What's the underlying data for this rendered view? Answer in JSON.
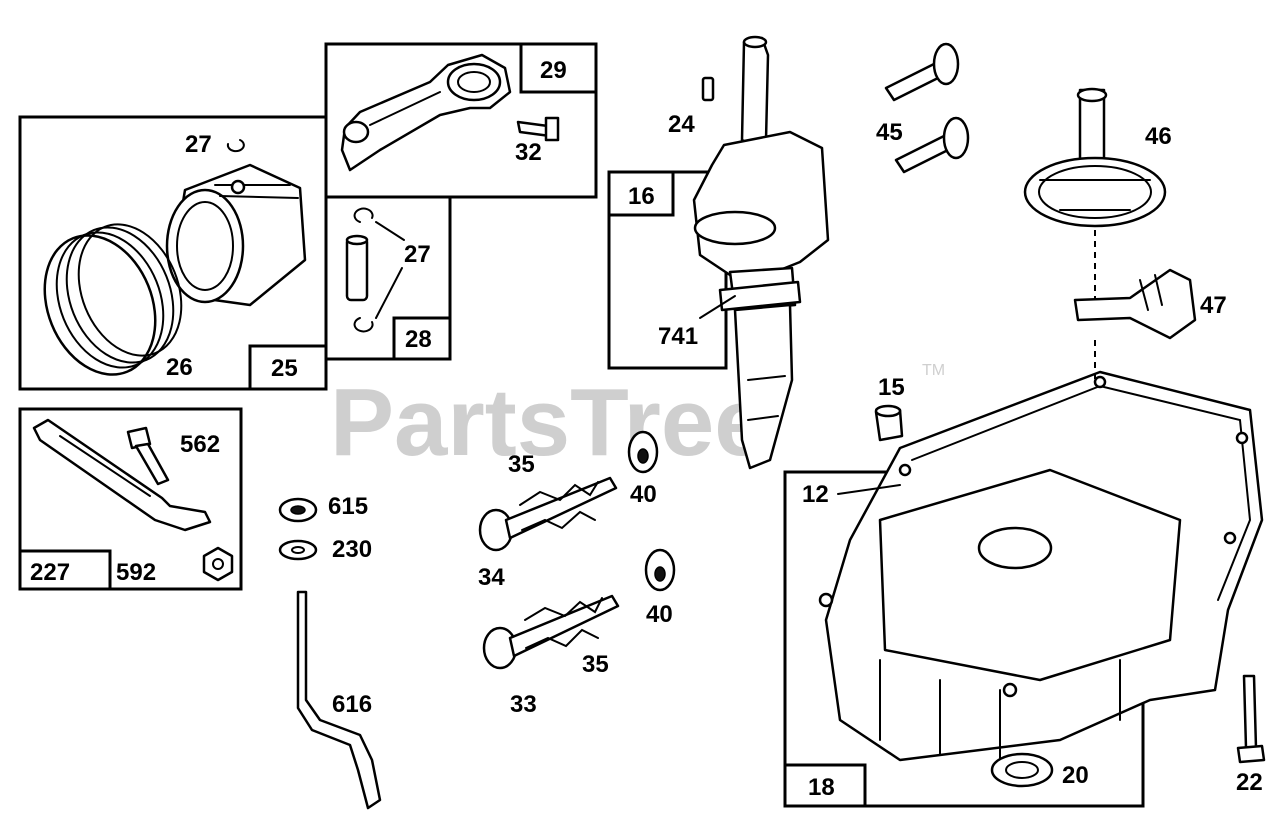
{
  "watermark": {
    "text": "PartsTree",
    "trademark": "TM"
  },
  "callouts": {
    "c24": "24",
    "c45": "45",
    "c46": "46",
    "c47": "47",
    "c15": "15",
    "c12": "12",
    "c20": "20",
    "c22": "22",
    "c27a": "27",
    "c27b": "27",
    "c26": "26",
    "c32": "32",
    "c562": "562",
    "c592": "592",
    "c615": "615",
    "c230": "230",
    "c616": "616",
    "c35a": "35",
    "c35b": "35",
    "c40a": "40",
    "c40b": "40",
    "c34": "34",
    "c33": "33",
    "c741": "741"
  },
  "groups": {
    "g29": "29",
    "g25": "25",
    "g28": "28",
    "g16": "16",
    "g227": "227",
    "g18": "18"
  }
}
